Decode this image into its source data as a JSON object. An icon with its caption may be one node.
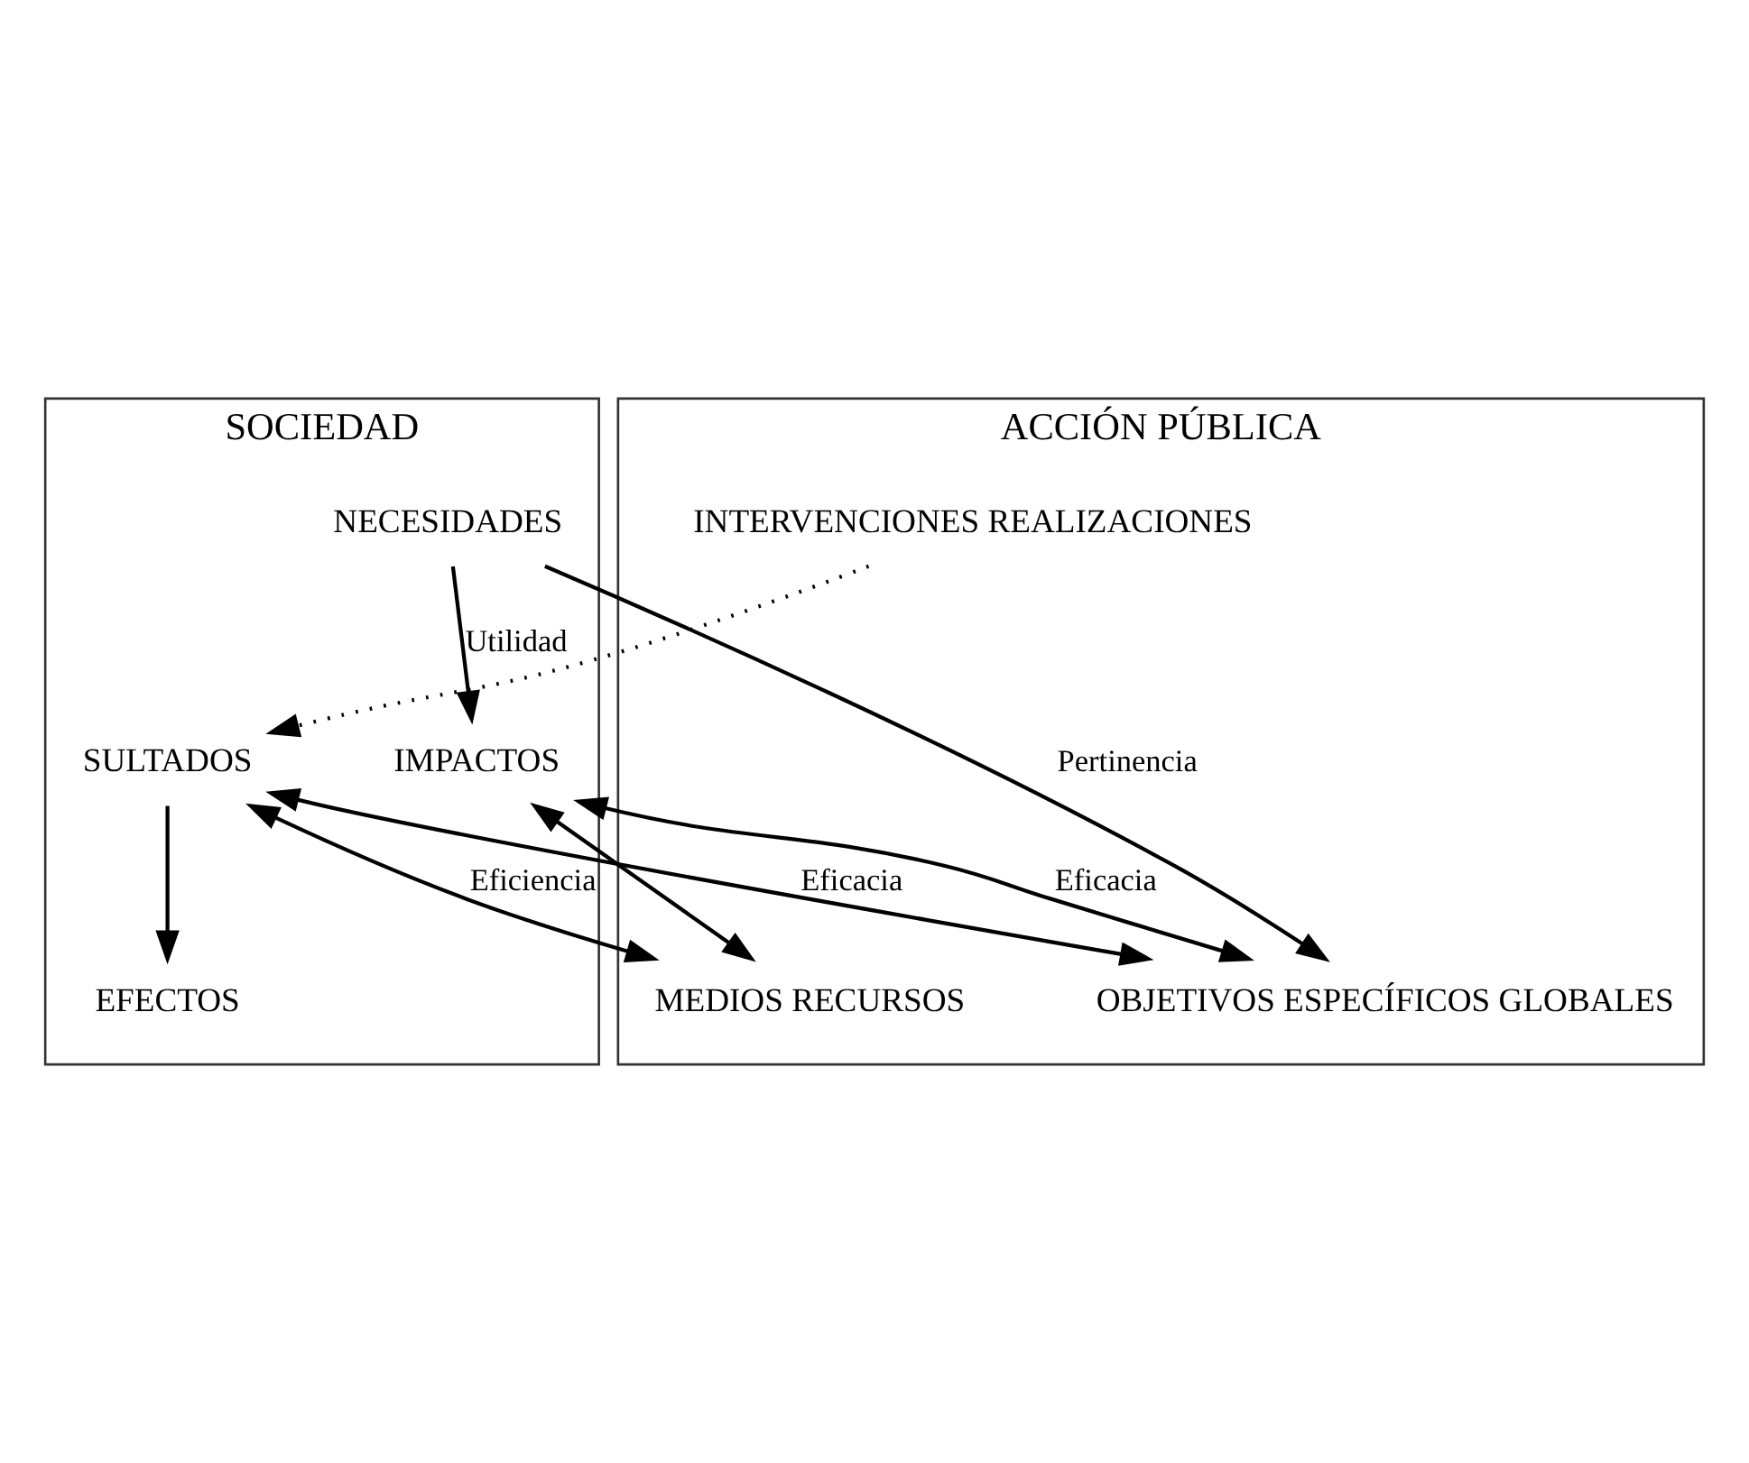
{
  "diagram": {
    "nodes": [
      {
        "text": [
          "SOCIEDAD"
        ]
      },
      {
        "text": [
          "ACCIÓN PÚBLICA"
        ]
      },
      {
        "text": [
          "NECESIDADES"
        ],
        "in": 0
      },
      {
        "text": [
          "OBJETIVOS ESPECÍFICOS GLOBALES"
        ],
        "in": 1
      },
      {
        "text": [
          "MEDIOS RECURSOS"
        ],
        "in": 1
      },
      {
        "text": [
          "SULTADOS"
        ],
        "in": 0
      },
      {
        "text": [
          "INTERVENCIONES REALIZACIONES"
        ],
        "in": 1
      },
      {
        "text": [
          "EFECTOS"
        ],
        "in": 0
      },
      {
        "text": [
          "IMPACTOS"
        ],
        "in": 0
      }
    ],
    "edges": [
      {
        "from": 2,
        "to": 3,
        "arrow": "to",
        "label": "Pertinencia"
      },
      {
        "from": 2,
        "to": 8,
        "arrow": "to",
        "label": "Utilidad"
      },
      {
        "from": 5,
        "to": 3,
        "arrow": "both",
        "label": "Eficacia"
      },
      {
        "from": 8,
        "to": 3,
        "arrow": "both",
        "label": "Eficacia"
      },
      {
        "from": 5,
        "to": 4,
        "arrow": "both",
        "label": "Eficiencia"
      },
      {
        "from": 8,
        "to": 4,
        "arrow": "both"
      },
      {
        "from": 6,
        "to": 5,
        "arrow": "to",
        "style": "dashed"
      },
      {
        "from": 5,
        "to": 7,
        "arrow": "to"
      }
    ]
  }
}
